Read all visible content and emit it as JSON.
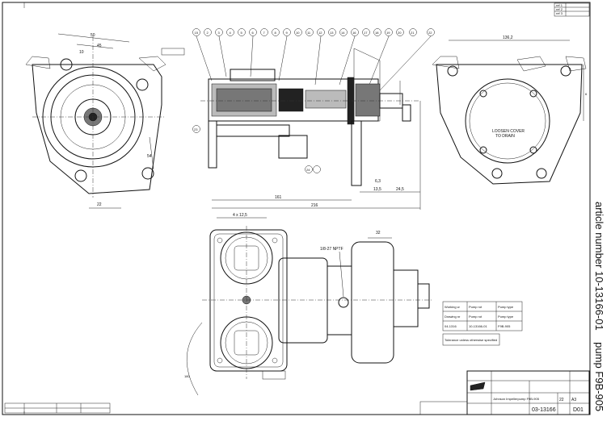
{
  "side_label": {
    "article": "article number 10-13166-01",
    "pump": "pump F9B-905"
  },
  "title_block": {
    "drawing_number": "03-13166",
    "revision": "D01",
    "sheet": "A3",
    "scale_note": "22",
    "description": "Johnson Impellerpump F9B-905",
    "notes": "Tolerance unless otherwise specified"
  },
  "table": {
    "headers": [
      "Working w",
      "Pump rot",
      "Pump type"
    ],
    "rows": [
      [
        "Drawing nr",
        "Pump rot",
        "Pump type"
      ],
      [
        "04-1316",
        "10-13166-01",
        "F9B-905"
      ]
    ]
  },
  "view_labels": {
    "cover_note_1": "LOOSEN COVER",
    "cover_note_2": "TO DRAIN",
    "thread_note": "1/8-27 NPTF"
  },
  "dims": {
    "d1": "161",
    "d2": "216",
    "d3": "24,5",
    "d4": "6,3",
    "d5": "13,5",
    "d6": "136,2",
    "d7": "180",
    "d8": "4 x 12,5",
    "d9": "6",
    "d10": "32",
    "d11": "22",
    "d12": "50",
    "d13": "45",
    "d14": "10",
    "d15": "54"
  },
  "balloons": [
    "15",
    "2",
    "3",
    "4",
    "5",
    "6",
    "7",
    "8",
    "9",
    "10",
    "11",
    "12",
    "13",
    "14",
    "16",
    "17",
    "18",
    "19",
    "20",
    "21",
    "22",
    "23",
    "24"
  ],
  "corner_block": [
    "ref 1",
    "ref 2",
    "ref 3"
  ]
}
